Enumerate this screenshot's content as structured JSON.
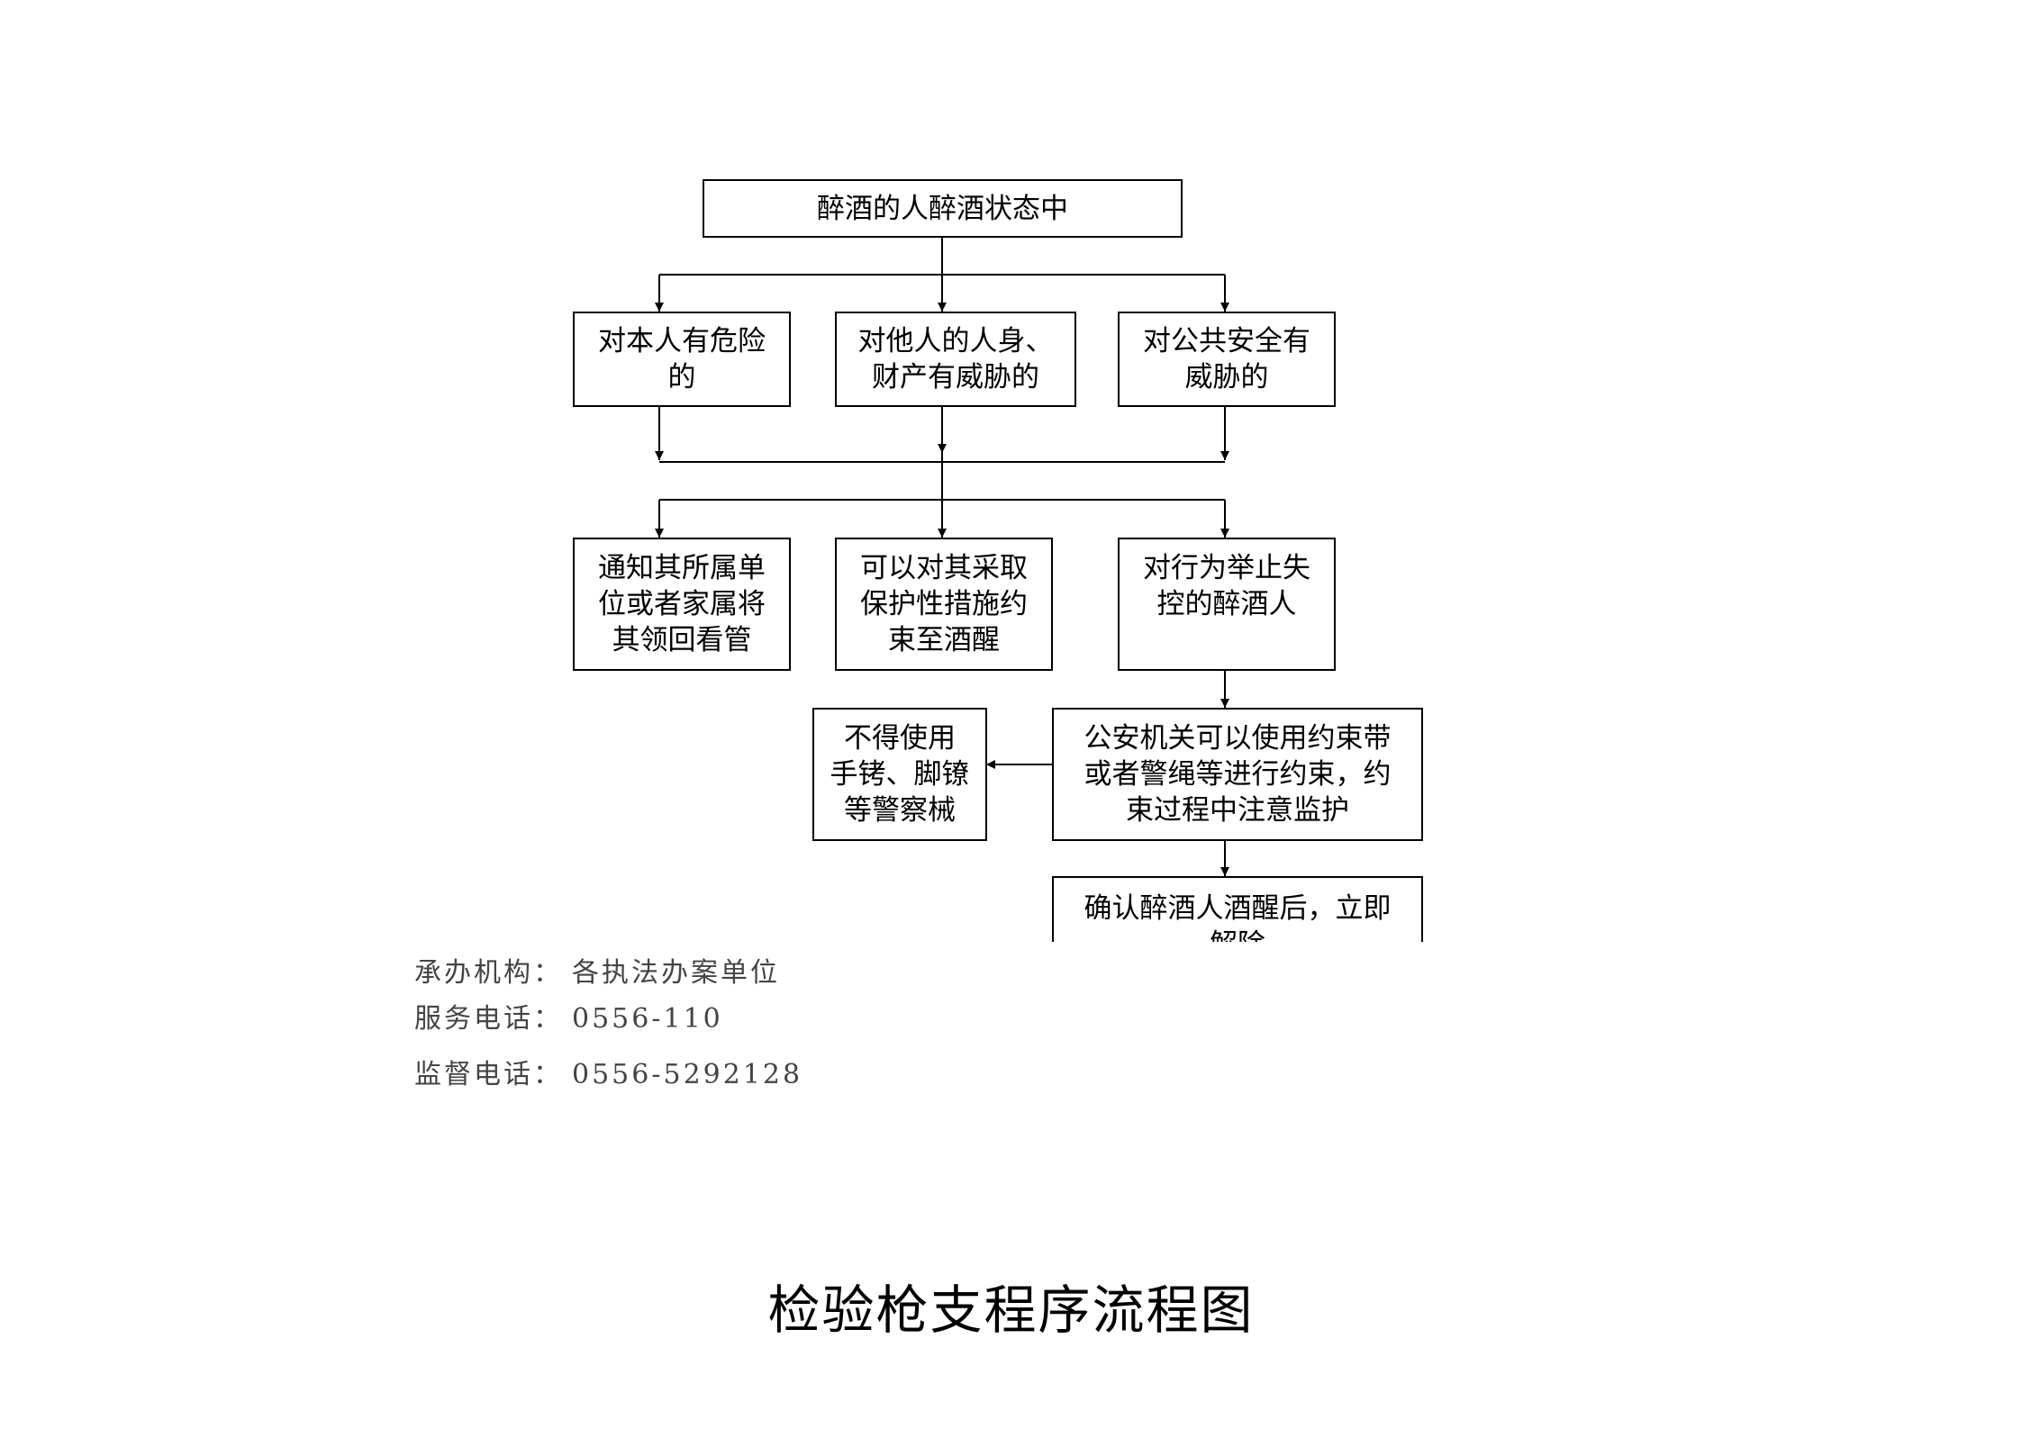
{
  "flowchart": {
    "start": "醉酒的人醉酒状态中",
    "conditions": [
      "对本人有危险\n的",
      "对他人的人身、\n财产有威胁的",
      "对公共安全有\n威胁的"
    ],
    "measures": [
      "通知其所属单\n位或者家属将\n其领回看管",
      "可以对其采取\n保护性措施约\n束至酒醒",
      "对行为举止失\n控的醉酒人"
    ],
    "restraint": "公安机关可以使用约束带\n或者警绳等进行约束，约\n束过程中注意监护",
    "prohibition": "不得使用\n手铐、脚镣\n等警察械",
    "release": "确认醉酒人酒醒后，立即\n解除"
  },
  "info": {
    "organizer_label": "承办机构：",
    "organizer_value": "各执法办案单位",
    "service_label": "服务电话：",
    "service_value": "0556-110",
    "supervision_label": "监督电话：",
    "supervision_value": "0556-5292128"
  },
  "next_title": "检验枪支程序流程图"
}
